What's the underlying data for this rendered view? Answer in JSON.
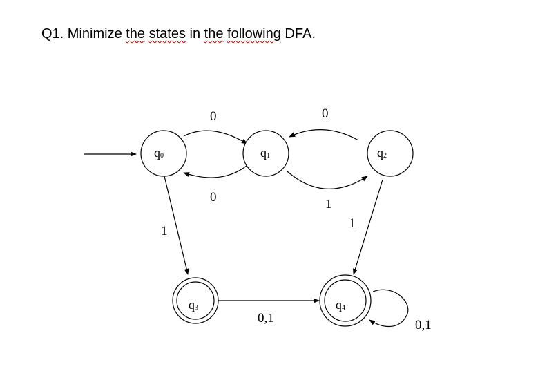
{
  "question": {
    "prefix": "Q1. Minimize ",
    "w1": "the",
    "sp1": " ",
    "w2": "states",
    "mid": " in ",
    "w3": "the",
    "sp2": " ",
    "w4": "following",
    "suffix": " DFA."
  },
  "states": [
    {
      "id": "q0",
      "base": "q",
      "sub": "0",
      "accepting": false,
      "start": true
    },
    {
      "id": "q1",
      "base": "q",
      "sub": "1",
      "accepting": false,
      "start": false
    },
    {
      "id": "q2",
      "base": "q",
      "sub": "2",
      "accepting": false,
      "start": false
    },
    {
      "id": "q3",
      "base": "q",
      "sub": "3",
      "accepting": true,
      "start": false
    },
    {
      "id": "q4",
      "base": "q",
      "sub": "4",
      "accepting": true,
      "start": false
    }
  ],
  "transitions": [
    {
      "from": "q0",
      "to": "q1",
      "label": "0"
    },
    {
      "from": "q1",
      "to": "q0",
      "label": "0"
    },
    {
      "from": "q2",
      "to": "q1",
      "label": "0"
    },
    {
      "from": "q1",
      "to": "q2",
      "label": "1"
    },
    {
      "from": "q0",
      "to": "q3",
      "label": "1"
    },
    {
      "from": "q2",
      "to": "q4",
      "label": "1"
    },
    {
      "from": "q3",
      "to": "q4",
      "label": "0,1"
    },
    {
      "from": "q4",
      "to": "q4",
      "label": "0,1"
    }
  ],
  "colors": {
    "stroke": "#000000",
    "spellcheck_underline": "#c00000"
  }
}
